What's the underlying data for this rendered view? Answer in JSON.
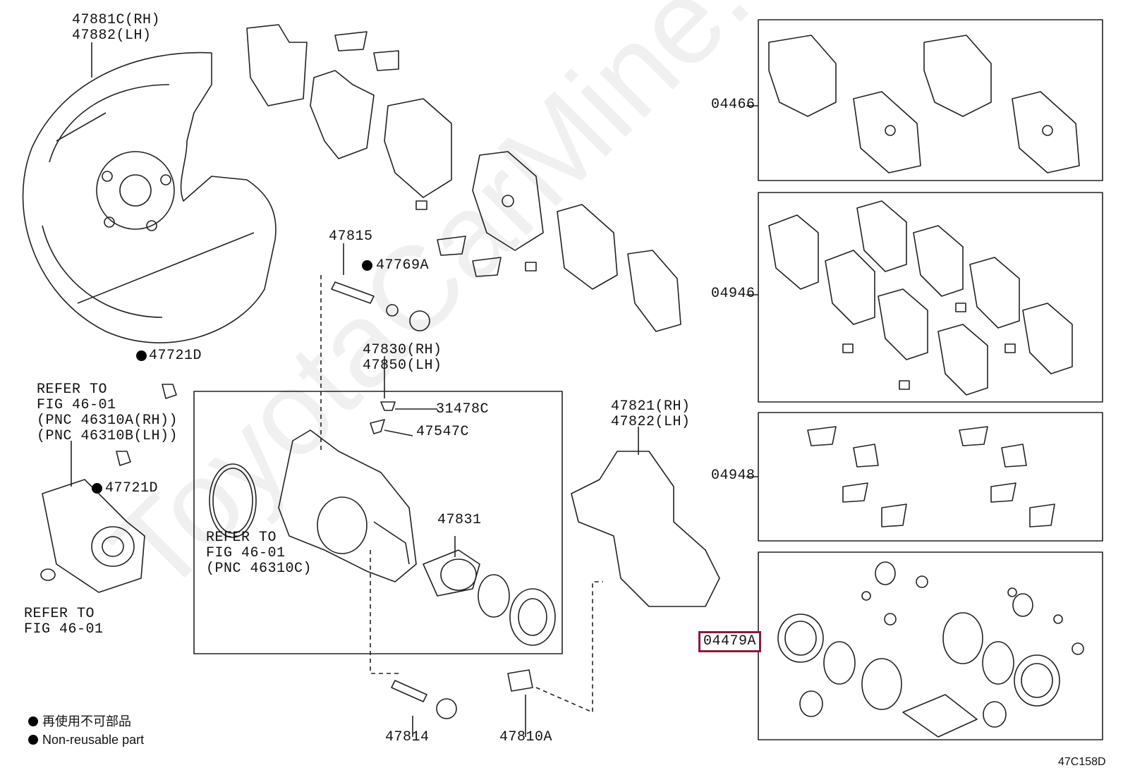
{
  "callouts": {
    "shield_rh": "47881C(RH)",
    "shield_lh": "47882(LH)",
    "bolt_47815": "47815",
    "nr_47769A": "47769A",
    "nr_47721D_a": "47721D",
    "nr_47721D_b": "47721D",
    "caliper_rh": "47830(RH)",
    "caliper_lh": "47850(LH)",
    "p31478C": "31478C",
    "p47547C": "47547C",
    "p47831": "47831",
    "mount_rh": "47821(RH)",
    "mount_lh": "47822(LH)",
    "p47814": "47814",
    "p47810A": "47810A",
    "kit_04466": "04466",
    "kit_04946": "04946",
    "kit_04948": "04948",
    "kit_04479A": "04479A"
  },
  "refer_notes": {
    "motor_ref": "REFER TO\nFIG 46-01\n(PNC 46310A(RH))\n(PNC 46310B(LH))",
    "seal_ref": "REFER TO\nFIG 46-01\n(PNC 46310C)",
    "bottom_ref": "REFER TO\nFIG 46-01"
  },
  "legend": {
    "line1": "再使用不可部品",
    "line2": "Non-reusable part"
  },
  "figure_code": "47C158D",
  "watermark": "ToyotaCarMine.ru",
  "colors": {
    "highlight": "#8b1a3a",
    "line": "#222222",
    "marker": "#000000"
  }
}
